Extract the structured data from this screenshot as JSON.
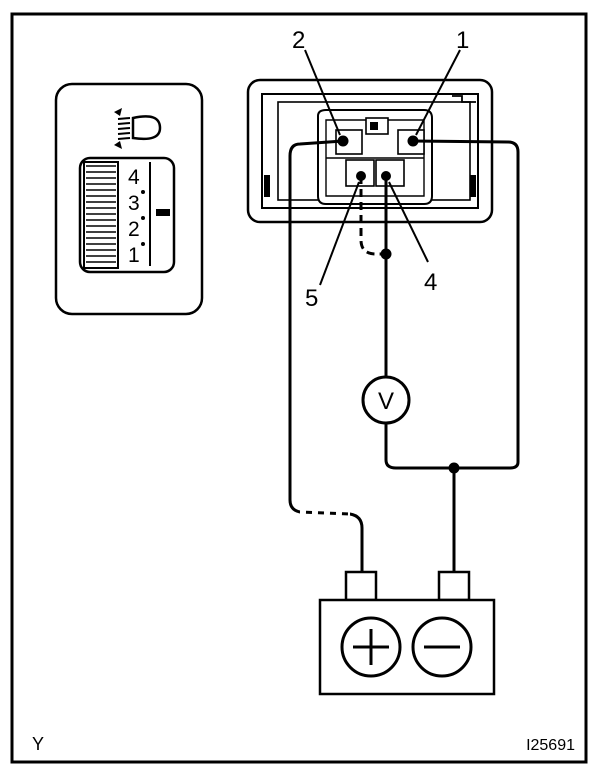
{
  "pins": {
    "pin1": "1",
    "pin2": "2",
    "pin4": "4",
    "pin5": "5"
  },
  "meter": {
    "symbol": "V"
  },
  "battery": {
    "positive_symbol": "+",
    "negative_symbol": "−"
  },
  "dial": {
    "numbers": [
      "4",
      "3",
      "2",
      "1"
    ]
  },
  "footer": {
    "corner_letter": "Y",
    "figure_code": "I25691"
  },
  "icons": {
    "headlight_level": "headlight-level-icon"
  }
}
